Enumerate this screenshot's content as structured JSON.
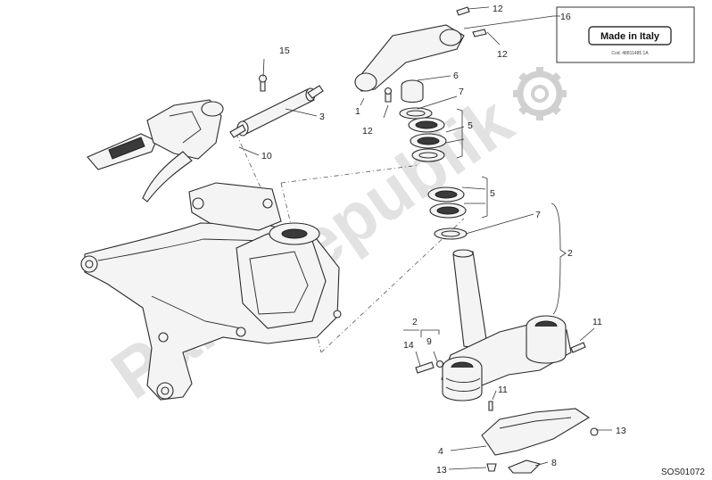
{
  "watermark": {
    "text": "PartsRepublik"
  },
  "made_in_italy": {
    "label": "Made in Italy",
    "code": "Cod. 48811485 1A"
  },
  "callouts": [
    "12",
    "16",
    "12",
    "15",
    "3",
    "10",
    "6",
    "7",
    "1",
    "12",
    "5",
    "5",
    "7",
    "2",
    "2",
    "11",
    "14",
    "9",
    "11",
    "13",
    "4",
    "13",
    "8"
  ],
  "diagram_code": "SOS01072"
}
